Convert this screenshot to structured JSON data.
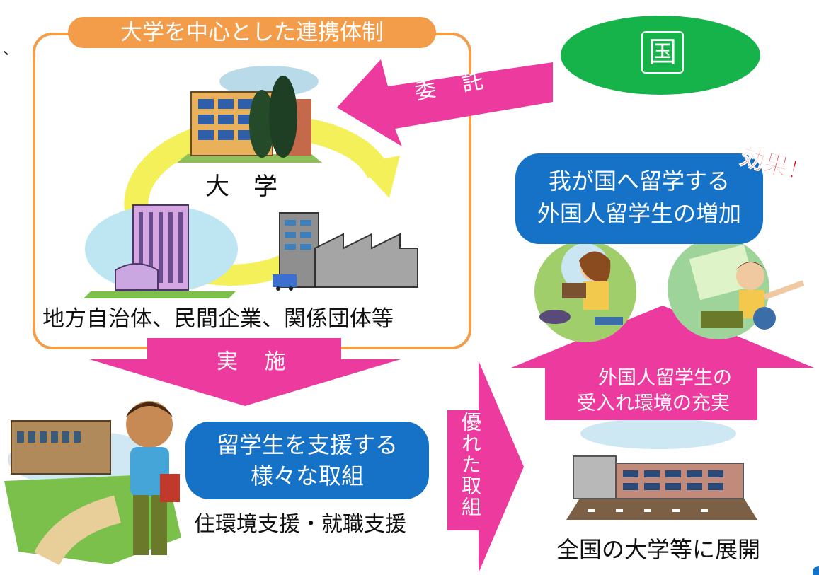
{
  "frame": {
    "title": "大学を中心とした連携体制"
  },
  "country": {
    "label": "国"
  },
  "commission": {
    "label": "委 託"
  },
  "university": {
    "label": "大　学"
  },
  "partners": {
    "label": "地方自治体、民間企業、関係団体等"
  },
  "implementation": {
    "label": "実 施"
  },
  "support": {
    "line1": "留学生を支援する",
    "line2": "様々な取組",
    "sub": "住環境支援・就職支援"
  },
  "excellent": {
    "label": "優れた取組"
  },
  "effect": {
    "line1": "我が国へ留学する",
    "line2": "外国人留学生の増加",
    "badge": "効果！"
  },
  "environment": {
    "line1": "外国人留学生の",
    "line2": "受入れ環境の充実"
  },
  "nationwide": {
    "label": "全国の大学等に展開"
  },
  "colors": {
    "orange": "#f39c4a",
    "green": "#16b24a",
    "magenta": "#ec3a9e",
    "blue": "#1672c7",
    "yellow": "#f4f05a",
    "red": "#e60012"
  }
}
